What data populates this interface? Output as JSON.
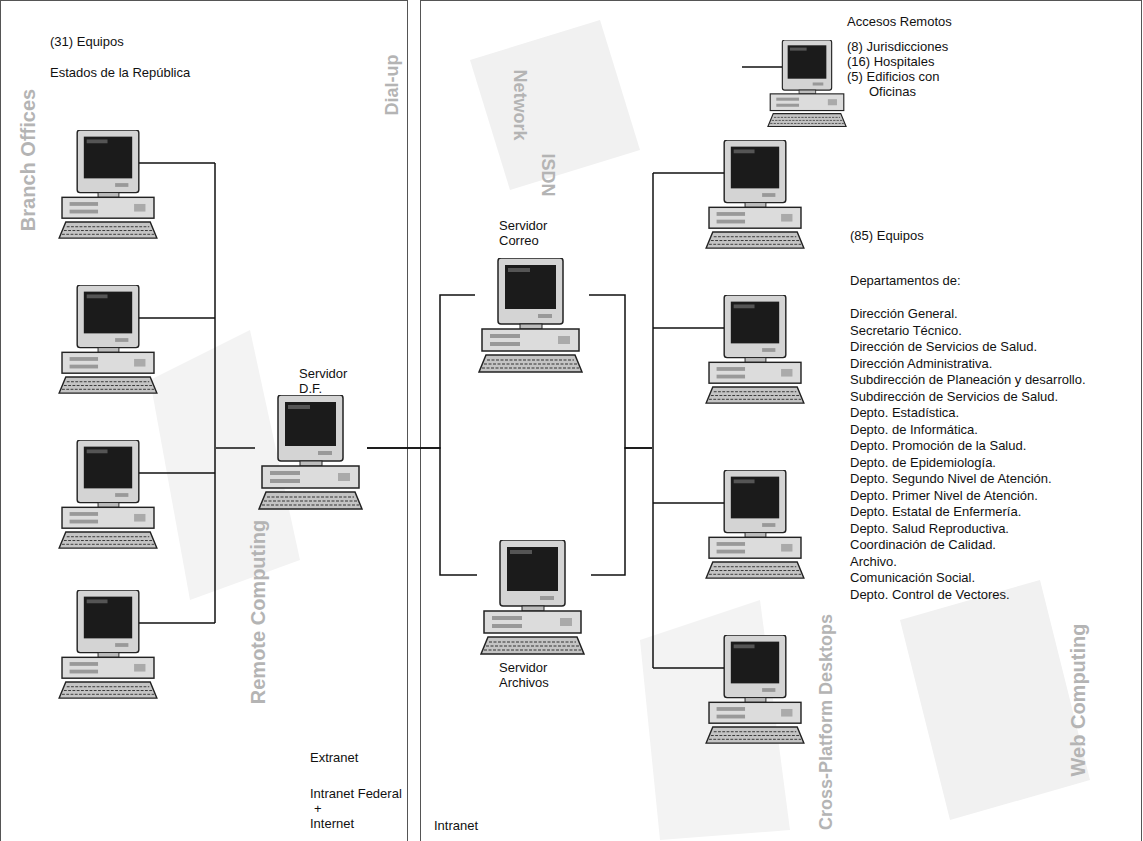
{
  "diagram": {
    "nodes": [
      {
        "text": [
          "(31) Equipos",
          "Estados de la República"
        ]
      },
      {
        "text": [
          "Servidor D.F."
        ]
      },
      {
        "text": [
          "Servidor Correo"
        ]
      },
      {
        "text": [
          "Servidor Archivos"
        ]
      },
      {
        "text": [
          "Accesos Remotos",
          "(8) Jurisdicciones",
          "(16) Hospitales",
          "(5) Edificios con Oficinas"
        ]
      },
      {
        "text": [
          "(85) Equipos",
          "Departamentos de:",
          "Dirección General.",
          "Secretario Técnico.",
          "Dirección de Servicios de Salud.",
          "Dirección Administrativa.",
          "Subdirección de Planeación y desarrollo.",
          "Subdirección de Servicios de Salud.",
          "Depto. Estadística.",
          "Depto. de Informática.",
          "Depto. Promoción de la Salud.",
          "Depto. de Epidemiología.",
          "Depto. Segundo Nivel de Atención.",
          "Depto. Primer Nivel de Atención.",
          "Depto. Estatal de Enfermería.",
          "Depto. Salud Reproductiva.",
          "Coordinación de Calidad.",
          "Archivo.",
          "Comunicación Social.",
          "Depto. Control de Vectores."
        ]
      }
    ],
    "edges": [
      {
        "from": 0,
        "to": 1,
        "arrow": "none"
      },
      {
        "from": 1,
        "to": 2,
        "arrow": "none"
      },
      {
        "from": 1,
        "to": 3,
        "arrow": "none"
      },
      {
        "from": 2,
        "to": 5,
        "arrow": "none"
      },
      {
        "from": 3,
        "to": 5,
        "arrow": "none"
      }
    ],
    "labels": [
      "Branch Offices",
      "Dial-up",
      "Network",
      "ISDN",
      "Remote Computing",
      "Cross-Platform Desktops",
      "Web Computing",
      "Extranet",
      "Intranet Federal",
      "+",
      "Internet",
      "Intranet"
    ]
  }
}
